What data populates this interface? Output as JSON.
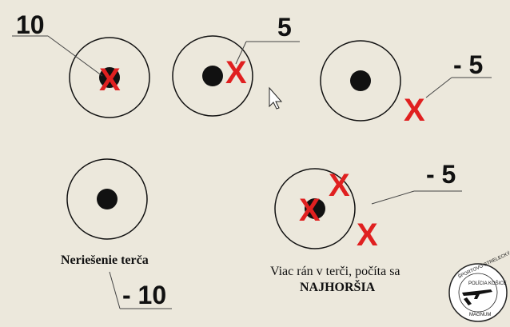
{
  "targets": [
    {
      "score": "10",
      "hit_mark": "X"
    },
    {
      "score": "5",
      "hit_mark": "X"
    },
    {
      "score": "- 5",
      "hit_mark": "X"
    },
    {
      "caption": "Neriešenie terča",
      "score": "- 10"
    },
    {
      "caption_line1": "Viac rán v terči, počíta sa",
      "caption_line2": "NAJHORŠIA",
      "score": "- 5",
      "hit_marks": [
        "X",
        "X",
        "X"
      ]
    }
  ],
  "logo": {
    "top_text": "ŠPORTOVO-STRELECKÝ KLUB",
    "mid_text": "POLÍCIA KOŠICE",
    "bottom_text": "MAGNUM"
  },
  "colors": {
    "background": "#ece8dc",
    "hit": "#e02020",
    "ink": "#111111"
  }
}
